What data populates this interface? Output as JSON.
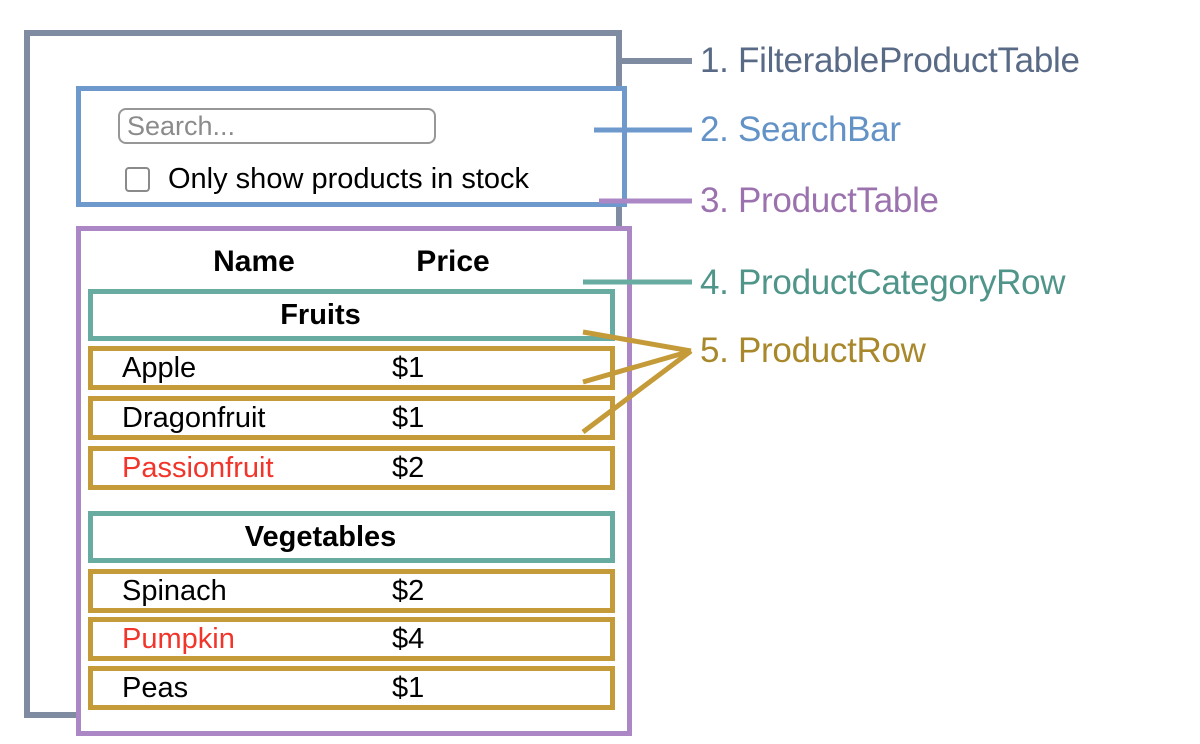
{
  "app": {
    "search": {
      "placeholder": "Search...",
      "checkbox_label": "Only show products in stock",
      "checkbox_checked": false
    },
    "table": {
      "headers": {
        "name": "Name",
        "price": "Price"
      },
      "categories": [
        {
          "label": "Fruits",
          "products": [
            {
              "name": "Apple",
              "price": "$1",
              "in_stock": true
            },
            {
              "name": "Dragonfruit",
              "price": "$1",
              "in_stock": true
            },
            {
              "name": "Passionfruit",
              "price": "$2",
              "in_stock": false
            }
          ]
        },
        {
          "label": "Vegetables",
          "products": [
            {
              "name": "Spinach",
              "price": "$2",
              "in_stock": true
            },
            {
              "name": "Pumpkin",
              "price": "$4",
              "in_stock": false
            },
            {
              "name": "Peas",
              "price": "$1",
              "in_stock": true
            }
          ]
        }
      ]
    }
  },
  "annotations": {
    "labels": [
      {
        "text": "1. FilterableProductTable",
        "color": "#596a86"
      },
      {
        "text": "2. SearchBar",
        "color": "#6292c6"
      },
      {
        "text": "3. ProductTable",
        "color": "#9b72ae"
      },
      {
        "text": "4. ProductCategoryRow",
        "color": "#4f9589"
      },
      {
        "text": "5. ProductRow",
        "color": "#a8882b"
      }
    ]
  },
  "colors": {
    "outline_filterable_product_table": "#7e8ba1",
    "outline_search_bar": "#6e99cd",
    "outline_product_table": "#ab87c5",
    "outline_product_category_row": "#68aba0",
    "outline_product_row": "#c49b38",
    "out_of_stock_text": "#f1352b"
  }
}
